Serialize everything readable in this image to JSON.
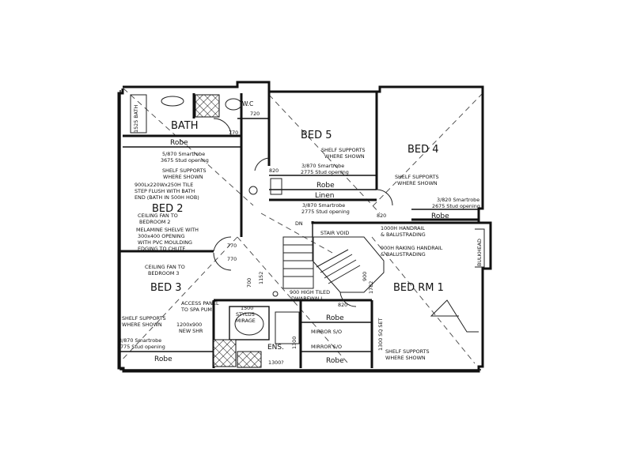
{
  "rooms": {
    "bath": "BATH",
    "wc": "W.C",
    "bed5": "BED 5",
    "bed4": "BED 4",
    "bed2": "BED 2",
    "bed3": "BED 3",
    "bedrm1": "BED RM 1",
    "ens": "ENS.",
    "linen": "Linen",
    "stair_void": "STAIR VOID",
    "dn": "DN"
  },
  "robes": {
    "bed2_top": "Robe",
    "bed5": "Robe",
    "bed4": "Robe",
    "bed3": "Robe",
    "ens_top": "Robe",
    "ens_bottom": "Robe"
  },
  "dimensions": {
    "bath_side": "1525 BATH",
    "bath_door": "770",
    "wc_door": "720",
    "bed5_door": "820",
    "bed2_door": "770",
    "bed3_door": "770",
    "bed4_door": "820",
    "bedrm1_door": "820",
    "stair_w": "1152",
    "stair_w2": "1782",
    "stair_h": "700",
    "stair_900": "900",
    "shr": "1300"
  },
  "notes": {
    "bed2_robe": [
      "5/870 Smartrobe",
      "3675 Stud opening"
    ],
    "bed2_shelf": [
      "SHELF SUPPORTS",
      "WHERE SHOWN"
    ],
    "bed2_tile": [
      "900Lx220Wx250H TILE",
      "STEP FLUSH WITH BATH",
      "END (BATH IN 500H HOB)"
    ],
    "bed2_fan": [
      "CEILING FAN TO",
      "BEDROOM 2"
    ],
    "bed2_melamine": [
      "MELAMINE SHELVE WITH",
      "300x400 OPENING",
      "WITH PVC MOULDING",
      "EDGING TO CHUTE"
    ],
    "bed5_shelf": [
      "SHELF SUPPORTS",
      "WHERE SHOWN"
    ],
    "bed5_robe": [
      "3/870 Smartrobe",
      "2775 Stud opening"
    ],
    "bed4_shelf": [
      "SHELF SUPPORTS",
      "WHERE SHOWN"
    ],
    "bed4_robe": [
      "3/820 Smartrobe",
      "2675 Stud opening"
    ],
    "linen_robe": [
      "3/870 Smartrobe",
      "2775 Stud opening"
    ],
    "stair_handrail": [
      "1000H HANDRAIL",
      "& BALUSTRADING"
    ],
    "stair_raking": [
      "900H RAKING HANDRAIL",
      "& BALUSTRADING"
    ],
    "bed3_fan": [
      "CEILING FAN TO",
      "BEDROOM 3"
    ],
    "bed3_access": [
      "ACCESS PANEL",
      "TO SPA PUMP"
    ],
    "bed3_shelf": [
      "SHELF SUPPORTS",
      "WHERE SHOWN"
    ],
    "bed3_shr": [
      "1200x900",
      "NEW SHR"
    ],
    "bed3_robe": [
      "3/870 Smartrobe",
      "2775 Stud opening"
    ],
    "dwarfwall": [
      "900 HIGH TILED",
      "DWARFWALL"
    ],
    "stylus": [
      "1500",
      "STYLUS",
      "MIRAGE"
    ],
    "mirror1": "MIRROR S/O",
    "mirror2": "MIRROR S/O",
    "ens_shelf": [
      "SHELF SUPPORTS",
      "WHERE SHOWN"
    ],
    "bulkhead": "BULKHEAD",
    "ens_size": "1300 SQ SET",
    "ens_shr": "1300?"
  }
}
